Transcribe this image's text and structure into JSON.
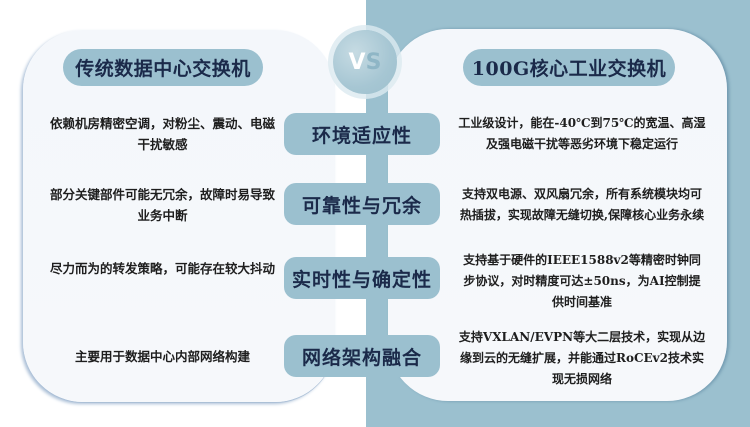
{
  "colors": {
    "accent": "#9bc0cf",
    "title_text": "#1b2a4a",
    "body_text": "#1e1e1e",
    "card_bg": "#f4f7fb"
  },
  "left": {
    "title": "传统数据中心交换机",
    "items": [
      "依赖机房精密空调，对粉尘、震动、电磁干扰敏感",
      "部分关键部件可能无冗余，故障时易导致业务中断",
      "尽力而为的转发策略，可能存在较大抖动",
      "主要用于数据中心内部网络构建"
    ]
  },
  "vs": {
    "v": "V",
    "s": "S"
  },
  "categories": [
    "环境适应性",
    "可靠性与冗余",
    "实时性与确定性",
    "网络架构融合"
  ],
  "right": {
    "title": "100G核心工业交换机",
    "items": [
      "工业级设计，能在-40℃到75℃的宽温、高湿及强电磁干扰等恶劣环境下稳定运行",
      "支持双电源、双风扇冗余，所有系统模块均可热插拔，实现故障无缝切换,保障核心业务永续",
      "支持基于硬件的IEEE1588v2等精密时钟同步协议，对时精度可达±50ns，为AI控制提供时间基准",
      "支持VXLAN/EVPN等大二层技术，实现从边缘到云的无缝扩展，并能通过RoCEv2技术实现无损网络"
    ]
  }
}
